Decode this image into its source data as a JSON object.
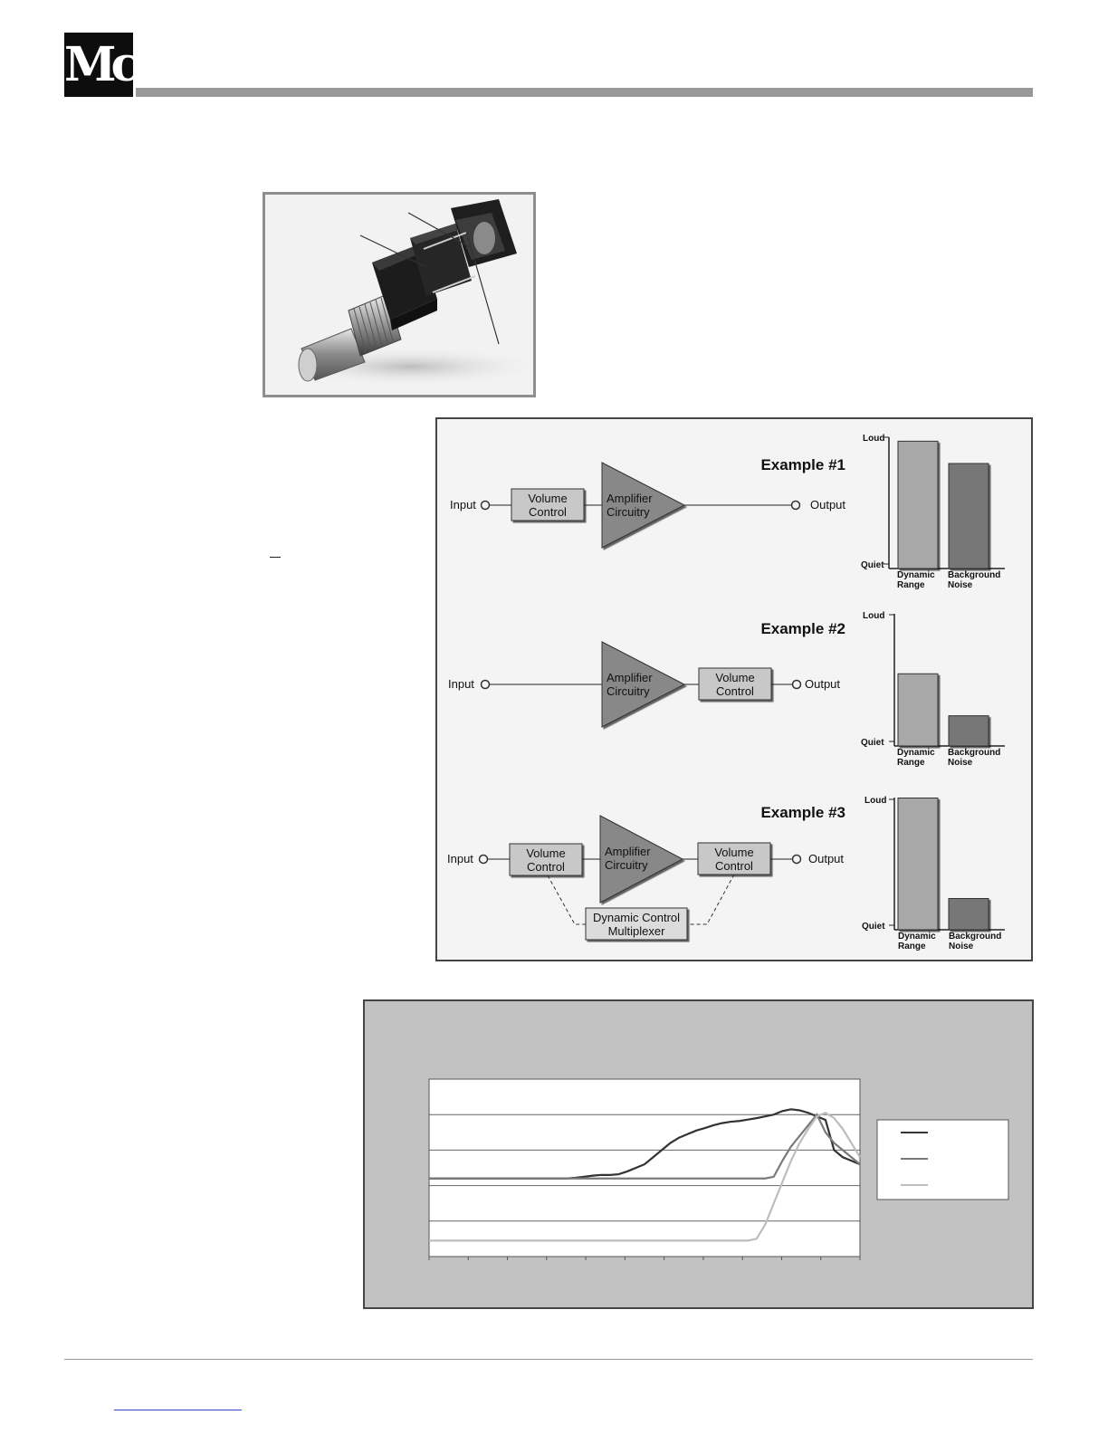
{
  "brand": {
    "logo_text": "Mc"
  },
  "diagram": {
    "examples": [
      {
        "title": "Example #1",
        "input_label": "Input",
        "output_label": "Output",
        "blocks": [
          "Volume Control",
          "Amplifier Circuitry"
        ],
        "bars": {
          "dynamic_range": 0.97,
          "background_noise": 0.8
        }
      },
      {
        "title": "Example #2",
        "input_label": "Input",
        "output_label": "Output",
        "blocks": [
          "Amplifier Circuitry",
          "Volume Control"
        ],
        "bars": {
          "dynamic_range": 0.55,
          "background_noise": 0.23
        }
      },
      {
        "title": "Example #3",
        "input_label": "Input",
        "output_label": "Output",
        "blocks": [
          "Volume Control",
          "Amplifier Circuitry",
          "Volume Control"
        ],
        "multiplexer": "Dynamic Control Multiplexer",
        "bars": {
          "dynamic_range": 0.97,
          "background_noise": 0.23
        }
      }
    ],
    "bar_axis": {
      "top_label": "Loud",
      "bottom_label": "Quiet",
      "categories": [
        "Dynamic Range",
        "Background Noise"
      ]
    }
  },
  "chart_data": {
    "type": "line",
    "title": "",
    "xlabel": "",
    "ylabel": "",
    "ylim": [
      0,
      5
    ],
    "grid": true,
    "legend": "right",
    "x": [
      0,
      1,
      2,
      3,
      4,
      5,
      6,
      7,
      8,
      9,
      10,
      11,
      12,
      13,
      14,
      15,
      16,
      17,
      18,
      19,
      20,
      21,
      22,
      23,
      24,
      25,
      26,
      27,
      28,
      29,
      30,
      31,
      32,
      33,
      34,
      35,
      36,
      37,
      38,
      39,
      40,
      41,
      42,
      43,
      44,
      45,
      46,
      47,
      48,
      49,
      50
    ],
    "series": [
      {
        "color": "#333333",
        "values": [
          2.2,
          2.2,
          2.2,
          2.2,
          2.2,
          2.2,
          2.2,
          2.2,
          2.2,
          2.2,
          2.2,
          2.2,
          2.2,
          2.2,
          2.2,
          2.2,
          2.2,
          2.22,
          2.25,
          2.28,
          2.3,
          2.3,
          2.32,
          2.4,
          2.5,
          2.6,
          2.8,
          3.0,
          3.2,
          3.35,
          3.45,
          3.55,
          3.62,
          3.7,
          3.76,
          3.8,
          3.82,
          3.86,
          3.9,
          3.95,
          4.0,
          4.1,
          4.15,
          4.12,
          4.05,
          3.95,
          3.85,
          3.0,
          2.8,
          2.7,
          2.6
        ]
      },
      {
        "color": "#7a7a7a",
        "values": [
          2.2,
          2.2,
          2.2,
          2.2,
          2.2,
          2.2,
          2.2,
          2.2,
          2.2,
          2.2,
          2.2,
          2.2,
          2.2,
          2.2,
          2.2,
          2.2,
          2.2,
          2.2,
          2.2,
          2.2,
          2.2,
          2.2,
          2.2,
          2.2,
          2.2,
          2.2,
          2.2,
          2.2,
          2.2,
          2.2,
          2.2,
          2.2,
          2.2,
          2.2,
          2.2,
          2.2,
          2.2,
          2.2,
          2.2,
          2.2,
          2.25,
          2.7,
          3.1,
          3.4,
          3.7,
          4.0,
          3.5,
          3.2,
          3.0,
          2.8,
          2.6
        ]
      },
      {
        "color": "#bdbdbd",
        "values": [
          0.45,
          0.45,
          0.45,
          0.45,
          0.45,
          0.45,
          0.45,
          0.45,
          0.45,
          0.45,
          0.45,
          0.45,
          0.45,
          0.45,
          0.45,
          0.45,
          0.45,
          0.45,
          0.45,
          0.45,
          0.45,
          0.45,
          0.45,
          0.45,
          0.45,
          0.45,
          0.45,
          0.45,
          0.45,
          0.45,
          0.45,
          0.45,
          0.45,
          0.45,
          0.45,
          0.45,
          0.45,
          0.45,
          0.5,
          0.9,
          1.5,
          2.1,
          2.7,
          3.2,
          3.6,
          3.95,
          4.05,
          3.9,
          3.6,
          3.2,
          2.8
        ]
      }
    ]
  }
}
